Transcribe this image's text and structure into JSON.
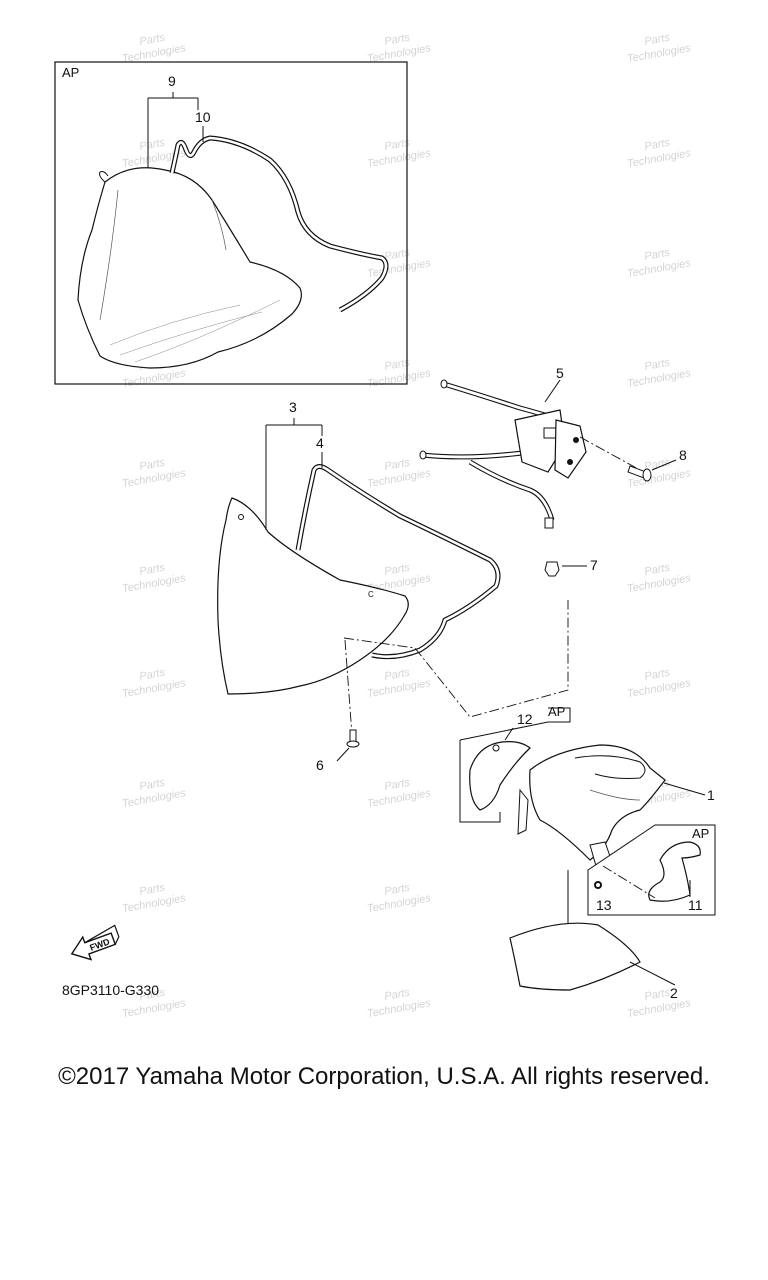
{
  "diagram": {
    "callouts": {
      "c1": "1",
      "c2": "2",
      "c3": "3",
      "c4": "4",
      "c5": "5",
      "c6": "6",
      "c7": "7",
      "c8": "8",
      "c9": "9",
      "c10": "10",
      "c11": "11",
      "c12": "12",
      "c13": "13"
    },
    "ap_labels": {
      "top": "AP",
      "mid": "AP",
      "right": "AP"
    },
    "part_marking": "C",
    "fwd_label": "FWD",
    "reference_code": "8GP3110-G330"
  },
  "watermark": {
    "line1": "Parts",
    "line2": "Technologies"
  },
  "footer": {
    "copyright": "©2017 Yamaha Motor Corporation, U.S.A. All rights reserved."
  }
}
